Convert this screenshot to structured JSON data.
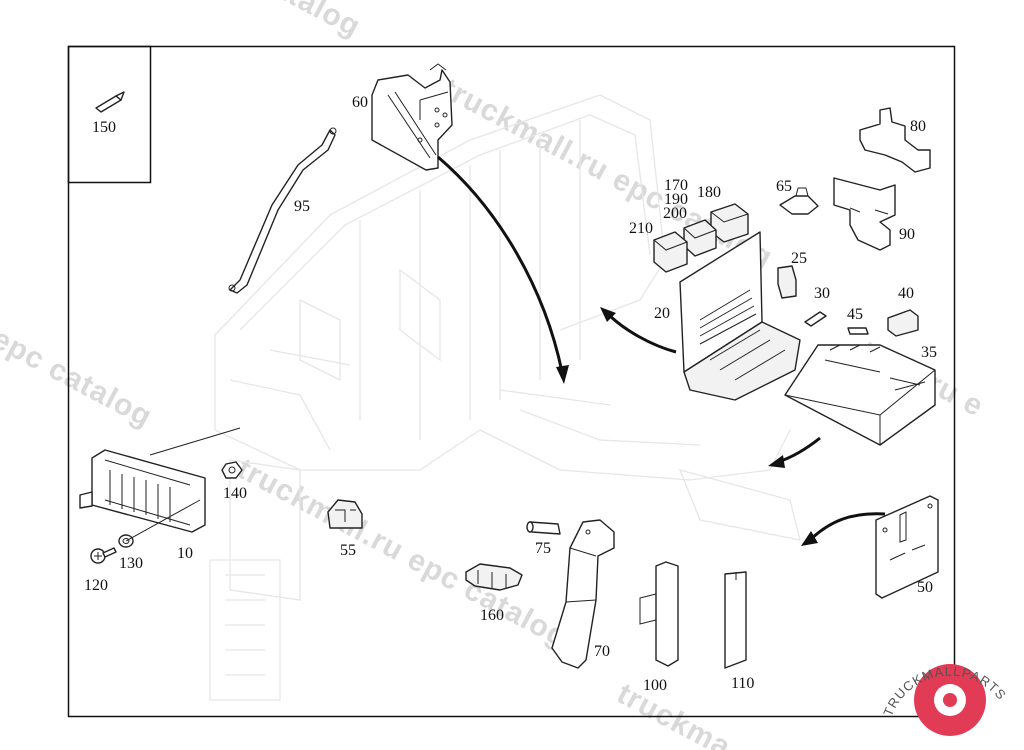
{
  "watermark": {
    "text_center": "truckmall.ru epc catalog",
    "text_top": "catalog",
    "text_left": "epc catalog",
    "text_right": "mall.ru e",
    "text_bottom": "truckma"
  },
  "logo": {
    "ring_text": "TRUCKMALLPARTS",
    "colors": {
      "gear": "#e23b55",
      "text": "#555555"
    }
  },
  "parts": [
    {
      "id": "150",
      "label": "150"
    },
    {
      "id": "95",
      "label": "95"
    },
    {
      "id": "60",
      "label": "60"
    },
    {
      "id": "80",
      "label": "80"
    },
    {
      "id": "90",
      "label": "90"
    },
    {
      "id": "65",
      "label": "65"
    },
    {
      "id": "170",
      "label": "170"
    },
    {
      "id": "190",
      "label": "190"
    },
    {
      "id": "180",
      "label": "180"
    },
    {
      "id": "200",
      "label": "200"
    },
    {
      "id": "210",
      "label": "210"
    },
    {
      "id": "25",
      "label": "25"
    },
    {
      "id": "30",
      "label": "30"
    },
    {
      "id": "45",
      "label": "45"
    },
    {
      "id": "40",
      "label": "40"
    },
    {
      "id": "20",
      "label": "20"
    },
    {
      "id": "35",
      "label": "35"
    },
    {
      "id": "140",
      "label": "140"
    },
    {
      "id": "10",
      "label": "10"
    },
    {
      "id": "130",
      "label": "130"
    },
    {
      "id": "120",
      "label": "120"
    },
    {
      "id": "55",
      "label": "55"
    },
    {
      "id": "75",
      "label": "75"
    },
    {
      "id": "160",
      "label": "160"
    },
    {
      "id": "70",
      "label": "70"
    },
    {
      "id": "100",
      "label": "100"
    },
    {
      "id": "110",
      "label": "110"
    },
    {
      "id": "50",
      "label": "50"
    }
  ]
}
